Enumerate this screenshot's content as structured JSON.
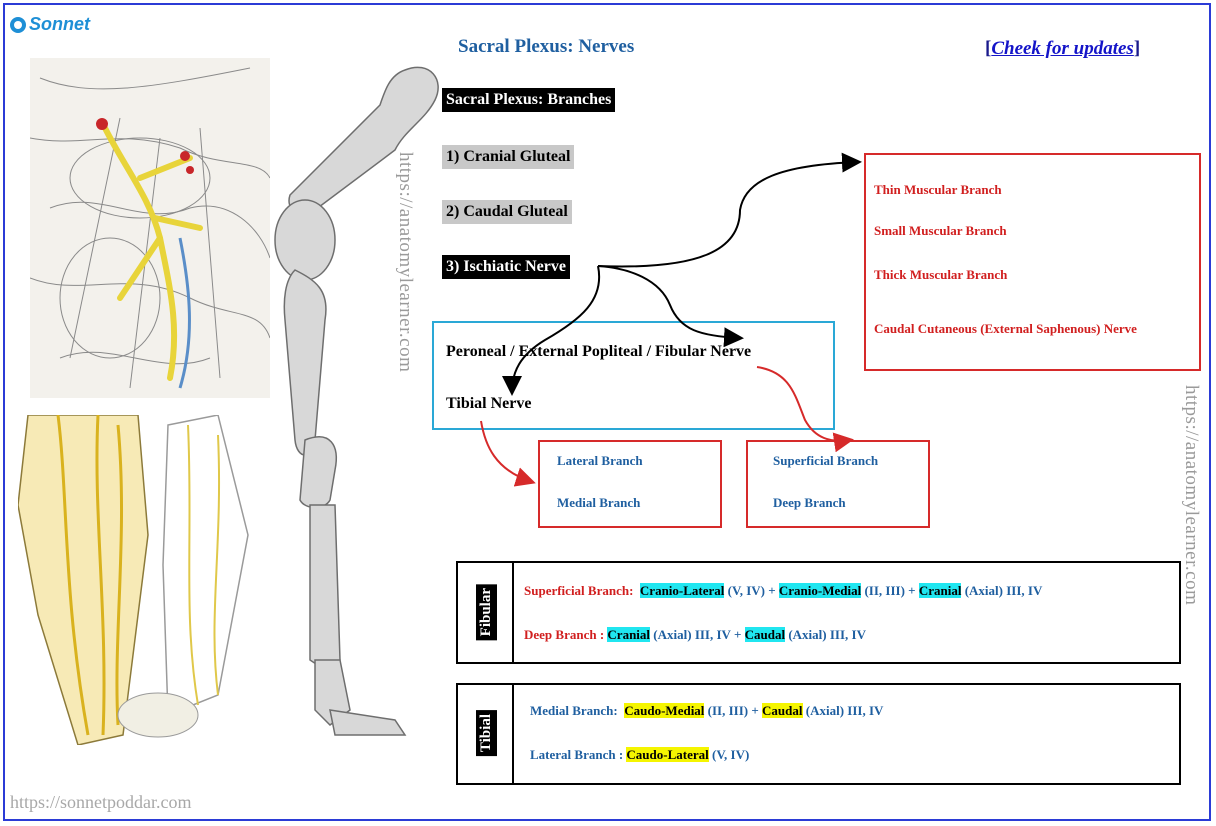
{
  "brand": "Sonnet",
  "title": "Sacral Plexus: Nerves",
  "update_link": {
    "prefix": "[",
    "label": "Cheek for updates",
    "suffix": "]"
  },
  "branches_heading": "Sacral Plexus: Branches",
  "branches": [
    "1) Cranial Gluteal",
    "2) Caudal Gluteal",
    "3) Ischiatic Nerve"
  ],
  "muscular_branches": [
    "Thin Muscular Branch",
    "Small Muscular Branch",
    "Thick Muscular Branch",
    "Caudal Cutaneous (External Saphenous) Nerve"
  ],
  "peroneal": "Peroneal / External Popliteal / Fibular Nerve",
  "tibial": "Tibial Nerve",
  "tibial_branches": [
    "Lateral Branch",
    "Medial Branch"
  ],
  "fibular_branches": [
    "Superficial Branch",
    "Deep Branch"
  ],
  "fibular_table": {
    "label": "Fibular",
    "row1": {
      "lead": "Superficial Branch:",
      "p1": "Cranio-Lateral",
      "t1": " (V, IV) + ",
      "p2": "Cranio-Medial",
      "t2": " (II, III) + ",
      "p3": "Cranial",
      "t3": " (Axial) III, IV"
    },
    "row2": {
      "lead": "Deep Branch :",
      "p1": "Cranial",
      "t1": " (Axial) III, IV + ",
      "p2": "Caudal",
      "t2": " (Axial) III, IV"
    }
  },
  "tibial_table": {
    "label": "Tibial",
    "row1": {
      "lead": "Medial Branch:",
      "p1": "Caudo-Medial",
      "t1": " (II, III) + ",
      "p2": "Caudal",
      "t2": " (Axial) III, IV"
    },
    "row2": {
      "lead": "Lateral Branch :",
      "p1": "Caudo-Lateral",
      "t1": " (V, IV)"
    }
  },
  "watermark_center": "https://anatomylearner.com",
  "watermark_right": "https://anatomylearner.com",
  "footer": "https://sonnetpoddar.com",
  "colors": {
    "frame": "#2b3bd6",
    "red": "#d11f1f",
    "blue": "#1f5fa0",
    "cyan_highlight": "#20e6f0",
    "yellow_highlight": "#f5f500"
  }
}
